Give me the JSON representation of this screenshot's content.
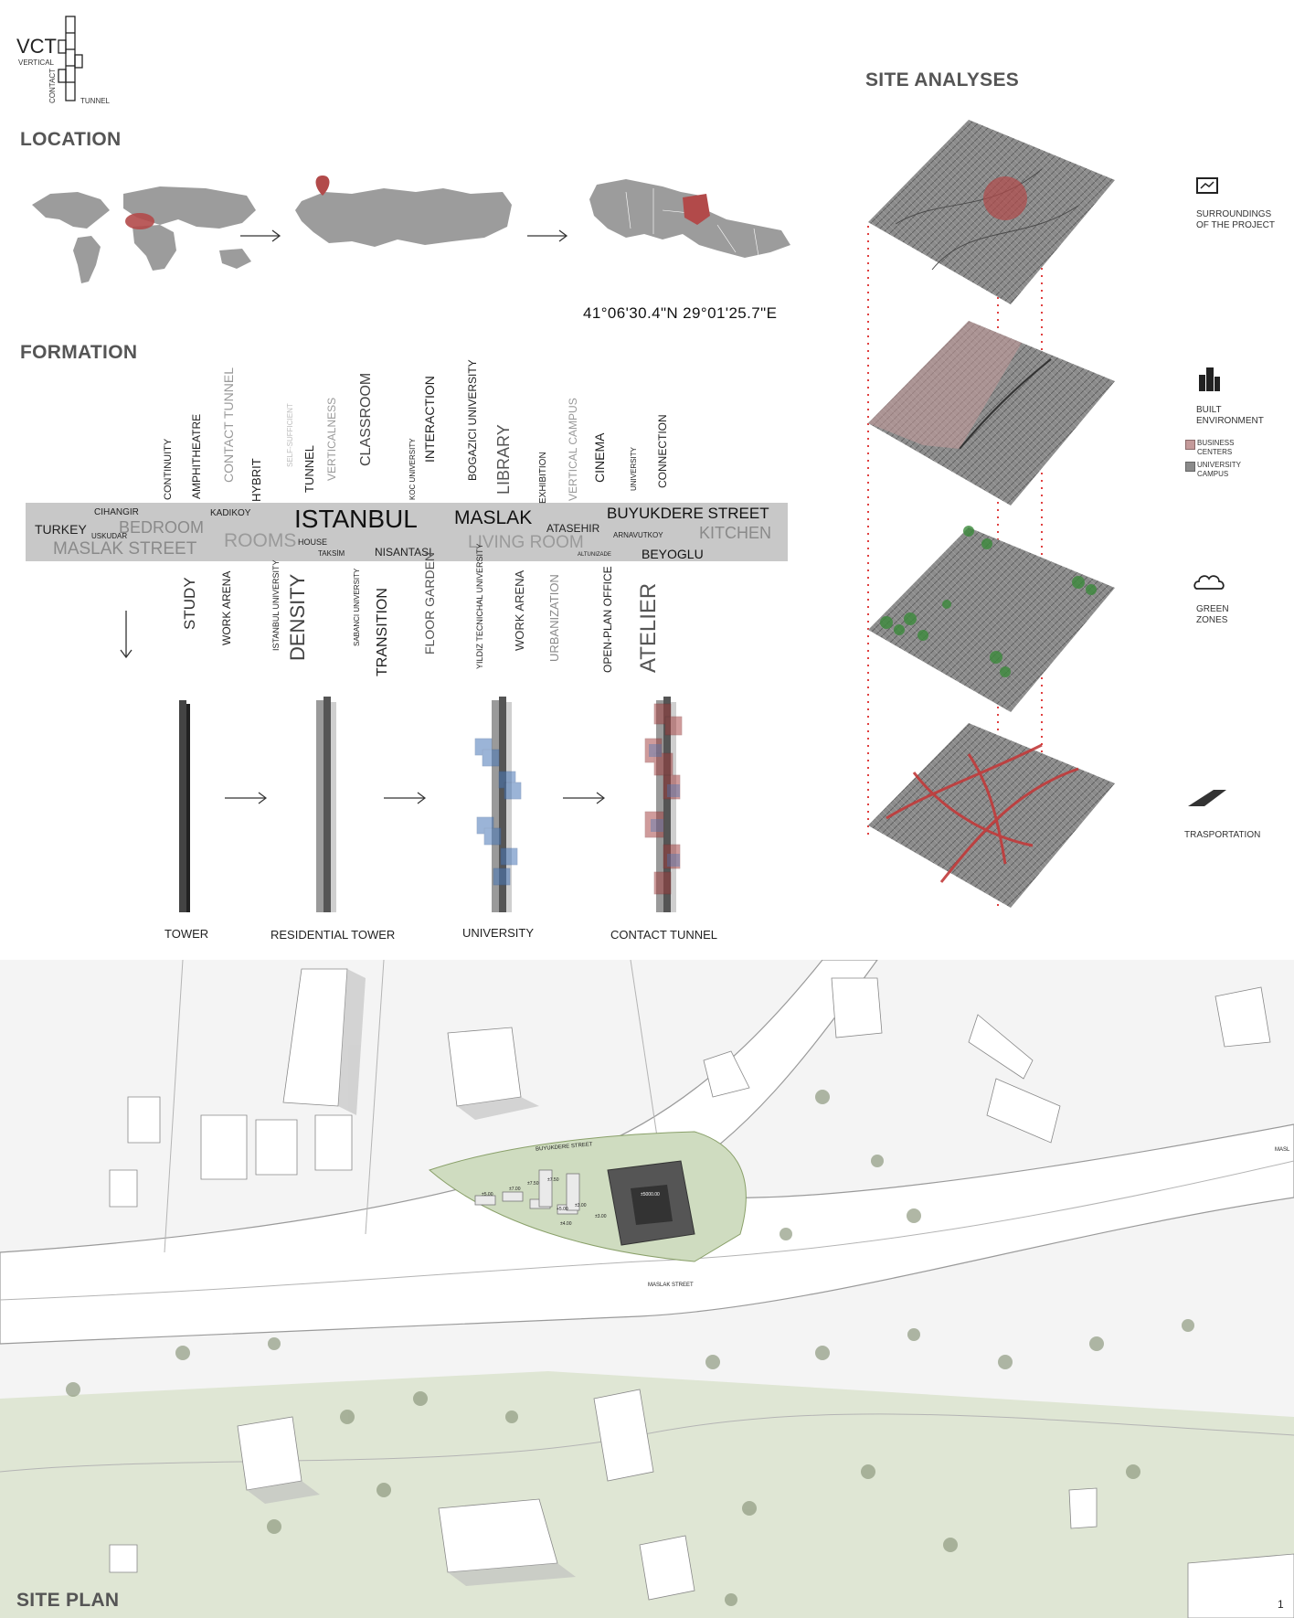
{
  "logo": {
    "acronym": "VCT",
    "word1": "VERTICAL",
    "word2": "CONTACT",
    "word3": "TUNNEL"
  },
  "sections": {
    "location": "LOCATION",
    "formation": "FORMATION",
    "site_analyses": "SITE ANALYSES",
    "site_plan": "SITE PLAN"
  },
  "location": {
    "coordinates": "41°06'30.4\"N 29°01'25.7\"E"
  },
  "wordcloud": {
    "band_words": [
      {
        "text": "TURKEY"
      },
      {
        "text": "CIHANGIR"
      },
      {
        "text": "USKUDAR"
      },
      {
        "text": "BEDROOM"
      },
      {
        "text": "MASLAK STREET"
      },
      {
        "text": "KADIKOY"
      },
      {
        "text": "ROOMS"
      },
      {
        "text": "ISTANBUL"
      },
      {
        "text": "HOUSE"
      },
      {
        "text": "TAKSİM"
      },
      {
        "text": "NISANTASI"
      },
      {
        "text": "MASLAK"
      },
      {
        "text": "LIVING ROOM"
      },
      {
        "text": "ATASEHIR"
      },
      {
        "text": "ALTUNIZADE"
      },
      {
        "text": "BUYUKDERE STREET"
      },
      {
        "text": "ARNAVUTKOY"
      },
      {
        "text": "KITCHEN"
      },
      {
        "text": "BEYOGLU"
      }
    ],
    "up_words": [
      {
        "text": "CONTINUITY"
      },
      {
        "text": "AMPHITHEATRE"
      },
      {
        "text": "CONTACT TUNNEL"
      },
      {
        "text": "HYBRIT"
      },
      {
        "text": "SELF-SUFFICIENT"
      },
      {
        "text": "TUNNEL"
      },
      {
        "text": "VERTICALNESS"
      },
      {
        "text": "CLASSROOM"
      },
      {
        "text": "KOC UNIVERSITY"
      },
      {
        "text": "INTERACTION"
      },
      {
        "text": "BOGAZICI UNIVERSITY"
      },
      {
        "text": "LIBRARY"
      },
      {
        "text": "EXHIBITION"
      },
      {
        "text": "VERTICAL CAMPUS"
      },
      {
        "text": "CINEMA"
      },
      {
        "text": "UNIVERSITY"
      },
      {
        "text": "CONNECTION"
      }
    ],
    "down_words": [
      {
        "text": "STUDY"
      },
      {
        "text": "WORK ARENA"
      },
      {
        "text": "ISTANBUL UNIVERSITY"
      },
      {
        "text": "DENSITY"
      },
      {
        "text": "SABANCI UNIVERSITY"
      },
      {
        "text": "TRANSITION"
      },
      {
        "text": "FLOOR GARDEN"
      },
      {
        "text": "YILDIZ TECNICHAL UNIVERSITY"
      },
      {
        "text": "WORK ARENA"
      },
      {
        "text": "URBANIZATION"
      },
      {
        "text": "OPEN-PLAN OFFICE"
      },
      {
        "text": "ATELIER"
      }
    ]
  },
  "towers": [
    {
      "label": "TOWER"
    },
    {
      "label": "RESIDENTIAL TOWER"
    },
    {
      "label": "UNIVERSITY"
    },
    {
      "label": "CONTACT TUNNEL"
    }
  ],
  "analyses_legend": {
    "surroundings": "SURROUNDINGS OF THE PROJECT",
    "built": "BUILT ENVIRONMENT",
    "business": "BUSINESS CENTERS",
    "campus": "UNIVERSITY CAMPUS",
    "green": "GREEN ZONES",
    "transport": "TRASPORTATION"
  },
  "site_plan": {
    "street1": "BUYUKDERE STREET",
    "street2": "MASLAK STREET",
    "edge_label": "MASL",
    "levels": [
      "±5.00",
      "±7.00",
      "±7.50",
      "±7.50",
      "+5.00",
      "±3.00",
      "±4.00",
      "±3.00",
      "±5000.00"
    ]
  },
  "page_number": "1",
  "colors": {
    "accent_red": "#b24a4a",
    "band_grey": "#c8c8c8",
    "business": "#c49a9a",
    "campus": "#8a8a8a",
    "green": "#cfdcc0"
  }
}
